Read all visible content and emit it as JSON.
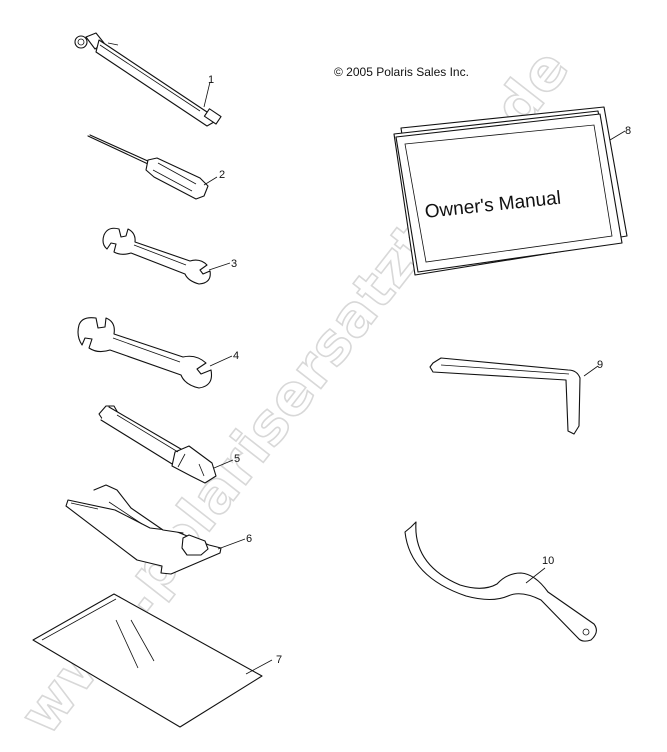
{
  "copyright": "© 2005 Polaris Sales Inc.",
  "watermark": "www.polarisersatzteile.de",
  "manual_title": "Owner's Manual",
  "callouts": [
    "1",
    "2",
    "3",
    "4",
    "5",
    "6",
    "7",
    "8",
    "9",
    "10"
  ],
  "parts": [
    {
      "id": "1",
      "name": "tire-pressure-gauge"
    },
    {
      "id": "2",
      "name": "screwdriver"
    },
    {
      "id": "3",
      "name": "open-end-wrench-small"
    },
    {
      "id": "4",
      "name": "open-end-wrench-large"
    },
    {
      "id": "5",
      "name": "spark-plug-socket"
    },
    {
      "id": "6",
      "name": "spanner-tool"
    },
    {
      "id": "7",
      "name": "tool-pouch"
    },
    {
      "id": "8",
      "name": "owners-manual"
    },
    {
      "id": "9",
      "name": "hex-key"
    },
    {
      "id": "10",
      "name": "hook-spanner-wrench"
    }
  ],
  "colors": {
    "line": "#111111",
    "watermark_stroke": "#d8d8d8",
    "background": "#ffffff"
  }
}
